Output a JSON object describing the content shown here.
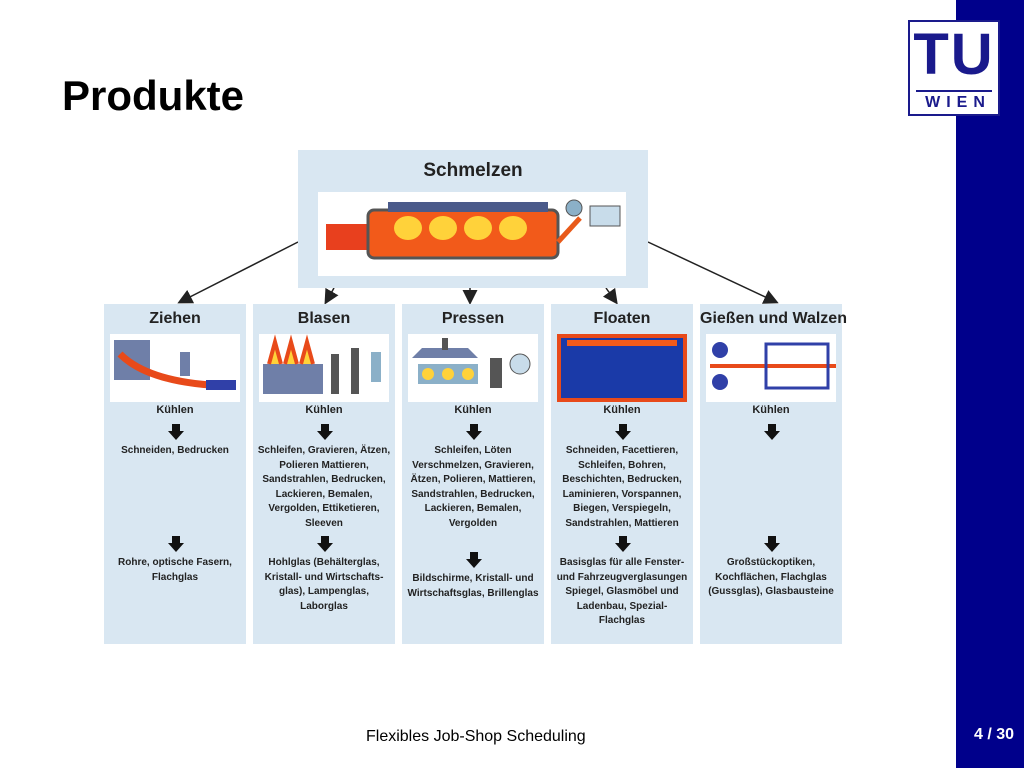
{
  "slide": {
    "title": "Produkte",
    "footer": "Flexibles Job-Shop Scheduling",
    "page": "4 / 30",
    "logo": {
      "top": "TU",
      "bottom": "WIEN"
    }
  },
  "diagram": {
    "top": {
      "label": "Schmelzen"
    },
    "columns": [
      {
        "title": "Ziehen",
        "cooling": "Kühlen",
        "process": "Schneiden, Bedrucken",
        "products": "Rohre, optische Fasern, Flachglas"
      },
      {
        "title": "Blasen",
        "cooling": "Kühlen",
        "process": "Schleifen, Gravieren, Ätzen, Polieren Mattieren, Sandstrahlen, Bedrucken, Lackieren, Bemalen, Vergolden, Ettiketieren, Sleeven",
        "products": "Hohlglas (Behälterglas, Kristall- und Wirtschafts-glas), Lampenglas, Laborglas"
      },
      {
        "title": "Pressen",
        "cooling": "Kühlen",
        "process": "Schleifen, Löten Verschmelzen, Gravieren, Ätzen, Polieren, Mattieren, Sandstrahlen, Bedrucken, Lackieren, Bemalen, Vergolden",
        "products": "Bildschirme, Kristall- und Wirtschaftsglas, Brillenglas"
      },
      {
        "title": "Floaten",
        "cooling": "Kühlen",
        "process": "Schneiden, Facettieren, Schleifen, Bohren, Beschichten, Bedrucken, Laminieren, Vorspannen, Biegen, Verspiegeln, Sandstrahlen, Mattieren",
        "products": "Basisglas für alle Fenster- und Fahrzeugverglasungen Spiegel, Glasmöbel und Ladenbau, Spezial-Flachglas"
      },
      {
        "title": "Gießen und Walzen",
        "cooling": "Kühlen",
        "process": "",
        "products": "Großstückoptiken, Kochflächen, Flachglas (Gussglas), Glasbausteine"
      }
    ]
  }
}
